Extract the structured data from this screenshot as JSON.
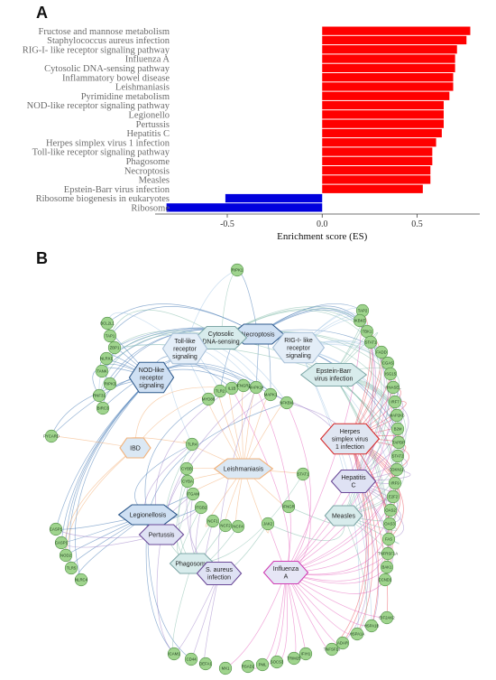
{
  "panel_a_label": "A",
  "panel_b_label": "B",
  "chart_data": {
    "type": "bar",
    "orientation": "horizontal",
    "xlabel": "Enrichment score (ES)",
    "xlim": [
      -0.88,
      0.83
    ],
    "xticks": [
      -0.5,
      0.0,
      0.5
    ],
    "xtick_labels": [
      "-0.5",
      "0.0",
      "0.5"
    ],
    "grid": false,
    "positive_color": "#ff0000",
    "negative_color": "#0000dd",
    "categories": [
      "Fructose and mannose metabolism",
      "Staphylococcus aureus infection",
      "RIG-I- like receptor signaling pathway",
      "Influenza A",
      "Cytosolic DNA-sensing pathway",
      "Inflammatory bowel disease",
      "Leishmaniasis",
      "Pyrimidine metabolism",
      "NOD-like receptor signaling pathway",
      "Legionello",
      "Pertussis",
      "Hepatitis C",
      "Herpes simplex virus 1 infection",
      "Toll-like receptor signaling pathway",
      "Phagosome",
      "Necroptosis",
      "Measles",
      "Epstein-Barr virus infection",
      "Ribosome biogenesis in eukaryotes",
      "Ribosome"
    ],
    "values": [
      0.78,
      0.76,
      0.71,
      0.7,
      0.7,
      0.69,
      0.69,
      0.67,
      0.64,
      0.64,
      0.64,
      0.63,
      0.6,
      0.58,
      0.58,
      0.57,
      0.57,
      0.53,
      -0.51,
      -0.82
    ]
  },
  "network": {
    "pathway_nodes": [
      {
        "id": "necroptosis",
        "label": [
          "Necroptosis"
        ],
        "style": "blue"
      },
      {
        "id": "cytosolic",
        "label": [
          "Cytosolic",
          "DNA-sensing"
        ],
        "style": "green"
      },
      {
        "id": "toll",
        "label": [
          "Toll-like",
          "receptor",
          "signaling"
        ],
        "style": "light"
      },
      {
        "id": "rigi",
        "label": [
          "RIG-I- like",
          "receptor",
          "signaling"
        ],
        "style": "light"
      },
      {
        "id": "nod",
        "label": [
          "NOD-like",
          "receptor",
          "signaling"
        ],
        "style": "blue"
      },
      {
        "id": "ebv",
        "label": [
          "Epstein-Barr",
          "virus infection"
        ],
        "style": "green"
      },
      {
        "id": "ibd",
        "label": [
          "IBD"
        ],
        "style": "orange"
      },
      {
        "id": "herpes",
        "label": [
          "Herpes",
          "simplex virus",
          "1 infection"
        ],
        "style": "red"
      },
      {
        "id": "leish",
        "label": [
          "Leishmaniasis"
        ],
        "style": "orange"
      },
      {
        "id": "hepc",
        "label": [
          "Hepatitis",
          "C"
        ],
        "style": "purple"
      },
      {
        "id": "legion",
        "label": [
          "Legionellosis"
        ],
        "style": "blue"
      },
      {
        "id": "measles",
        "label": [
          "Measles"
        ],
        "style": "green"
      },
      {
        "id": "pertussis",
        "label": [
          "Pertussis"
        ],
        "style": "purple"
      },
      {
        "id": "phago",
        "label": [
          "Phagosome"
        ],
        "style": "green"
      },
      {
        "id": "saureus",
        "label": [
          "S. aureus",
          "infection"
        ],
        "style": "purple"
      },
      {
        "id": "flu",
        "label": [
          "Influenza",
          "A"
        ],
        "style": "pink"
      }
    ],
    "gene_nodes": [
      "RIPK1",
      "TAP2",
      "IKBKE",
      "TBK1",
      "STAT1",
      "FADD",
      "CGAS",
      "ISG15",
      "RNASEL",
      "IRF7",
      "MAP2K6",
      "B2M",
      "TAPBP",
      "STAT2",
      "CDKN1A",
      "IRF9",
      "E2F2",
      "OAS2",
      "OAS3",
      "FAS",
      "TNFRSF1A",
      "BAK1",
      "CCND1",
      "BCL2L1",
      "TAP1",
      "ZBP1",
      "NLRX1",
      "TANK",
      "RIPK3",
      "RNF31",
      "BIRC3",
      "PYCARD",
      "MYD88",
      "TLR2",
      "IL1B",
      "IFNGR2",
      "MAPK14",
      "MAPK1",
      "NFKBIA",
      "TLR4",
      "CYBB",
      "CYBA",
      "ITGAM",
      "ITGB2",
      "NCF1",
      "NCF2",
      "NCF4",
      "STAT1",
      "IFNGR",
      "JAK2",
      "CASP1",
      "CASP1",
      "NOD2",
      "TLR5",
      "NLRC4",
      "EIF2AK2",
      "HSPA1B",
      "HSPA1A",
      "ADAR",
      "TNFSF10",
      "IFIH1",
      "TRIM25",
      "SOCS3",
      "PML",
      "RSAD2",
      "MX1",
      "ICAM1",
      "CD44",
      "DEFA1"
    ]
  }
}
